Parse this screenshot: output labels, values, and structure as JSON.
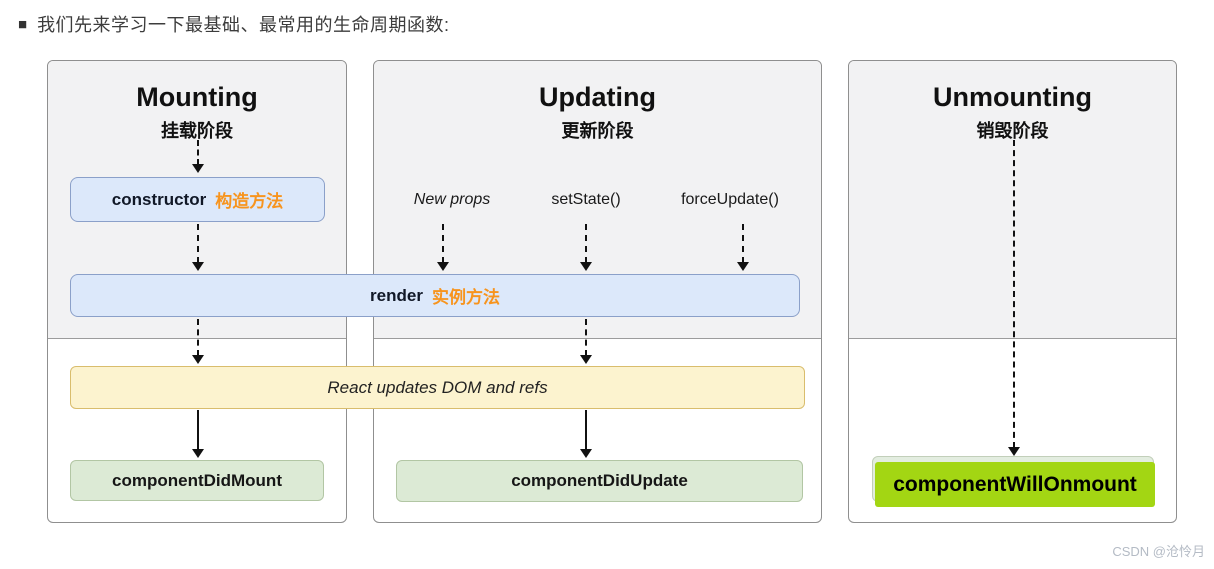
{
  "header": {
    "bullet": "■",
    "text": "我们先来学习一下最基础、最常用的生命周期函数:"
  },
  "panels": {
    "mounting": {
      "title": "Mounting",
      "subtitle": "挂载阶段"
    },
    "updating": {
      "title": "Updating",
      "subtitle": "更新阶段",
      "triggers": [
        "New props",
        "setState()",
        "forceUpdate()"
      ]
    },
    "unmounting": {
      "title": "Unmounting",
      "subtitle": "销毁阶段"
    }
  },
  "boxes": {
    "constructor": {
      "label": "constructor",
      "annotation": "构造方法"
    },
    "render": {
      "label": "render",
      "annotation": "实例方法"
    },
    "react_updates": {
      "label": "React updates DOM and refs"
    },
    "component_did_mount": {
      "label": "componentDidMount"
    },
    "component_did_update": {
      "label": "componentDidUpdate"
    },
    "component_will_unmount": {
      "label": "componentWillOnmount"
    }
  },
  "watermark": {
    "text": "CSDN @沧怜月"
  },
  "colors": {
    "annotation_orange": "#f7941e",
    "box_blue_fill": "#dce8fa",
    "box_blue_border": "#8ba0c9",
    "box_yellow_fill": "#fcf3cf",
    "box_yellow_border": "#d9bd6d",
    "box_green_fill": "#dcead5",
    "box_green_border": "#b2c6a4",
    "highlight_green": "#a3d613",
    "panel_top_gray": "#f2f2f3",
    "panel_border": "#8f8f8f",
    "watermark_gray": "#b4bbc5"
  }
}
